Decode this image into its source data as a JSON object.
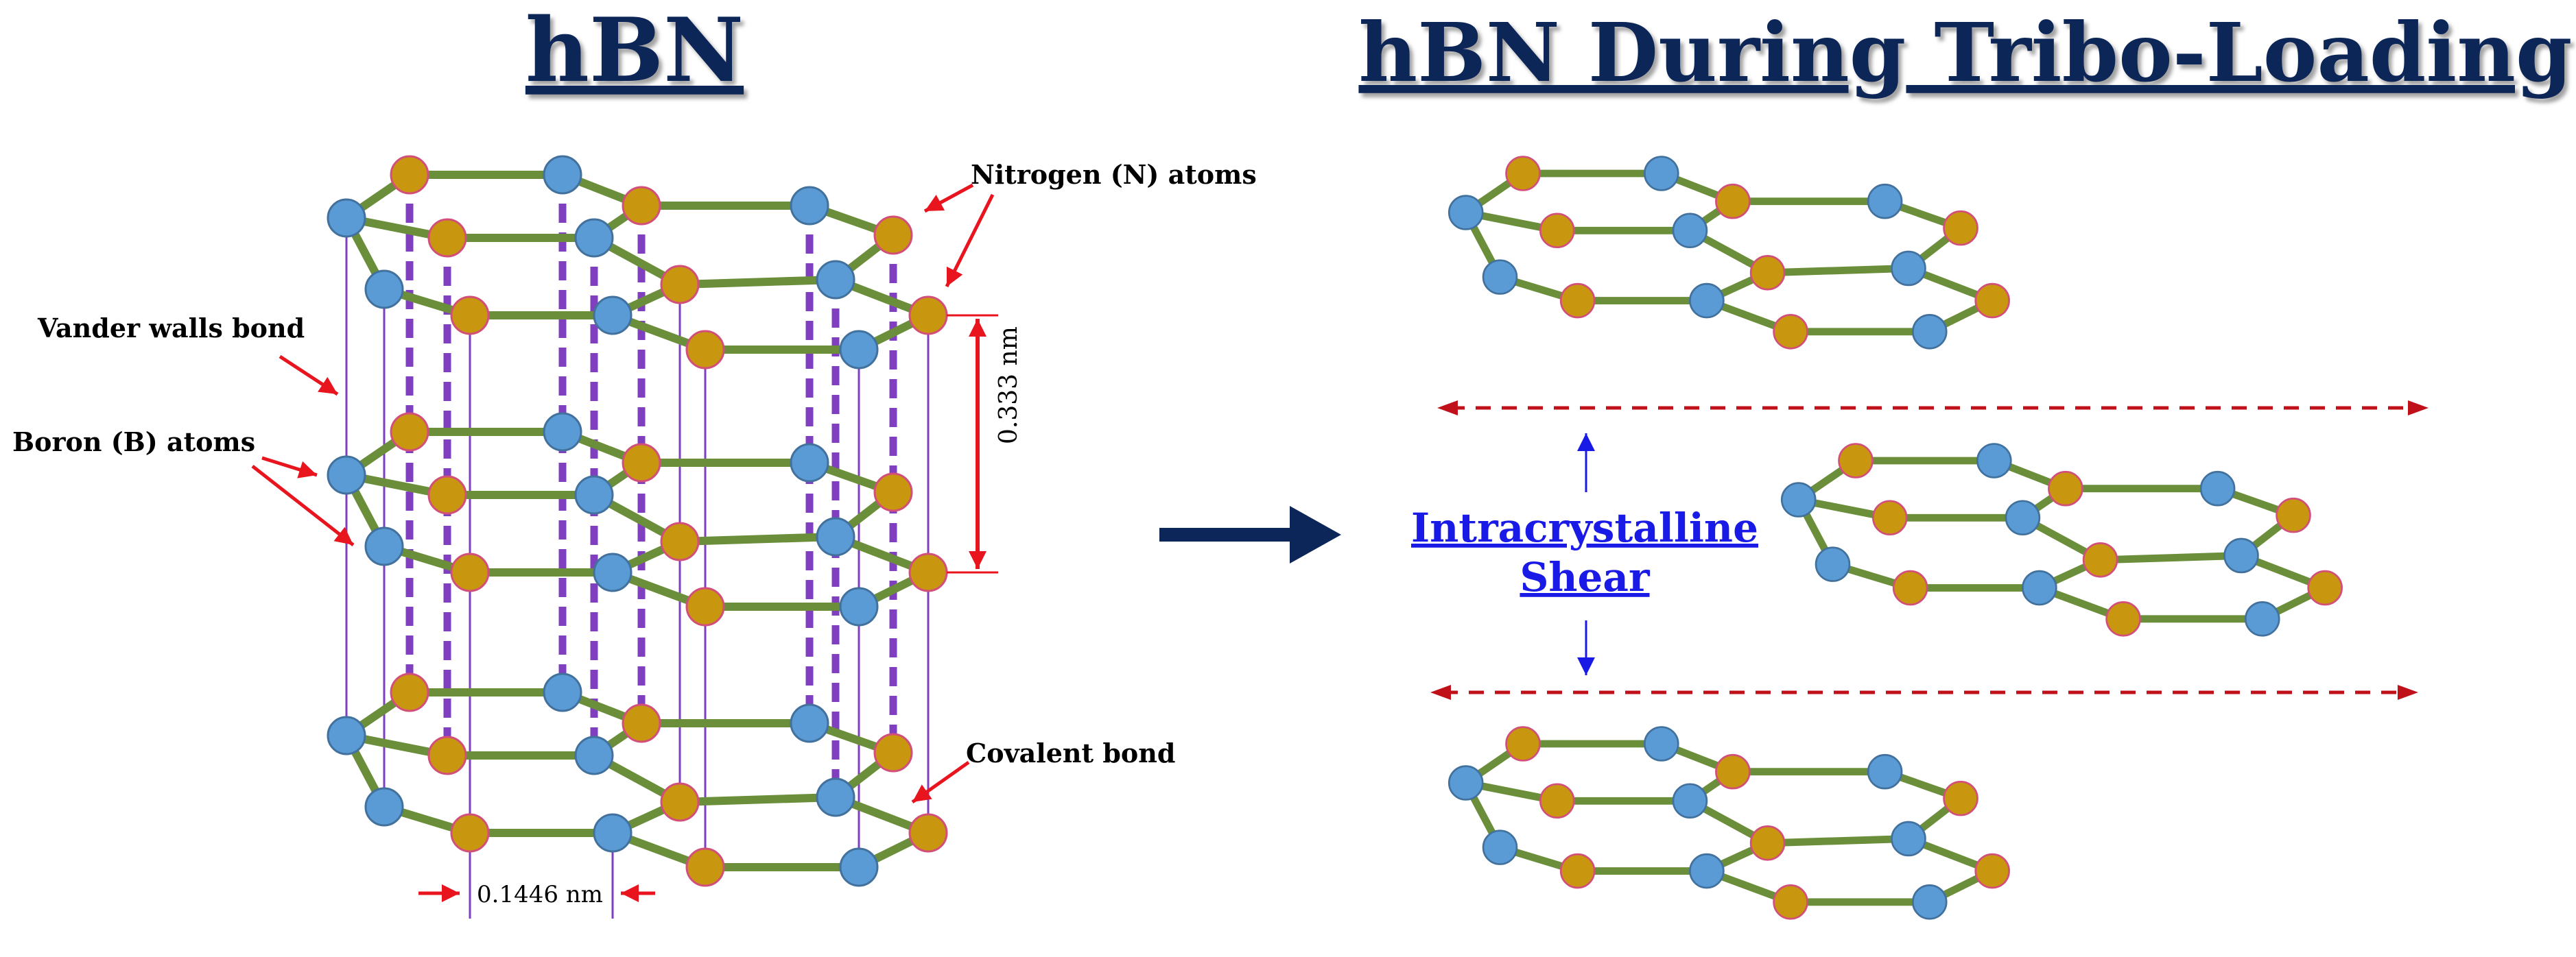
{
  "left_title": "hBN",
  "right_title": "hBN During Tribo-Loading",
  "labels": {
    "nitrogen": "Nitrogen (N) atoms",
    "vander_walls": "Vander walls bond",
    "boron": "Boron (B) atoms",
    "covalent": "Covalent bond",
    "interlayer_distance": "0.333 nm",
    "bond_length": "0.1446 nm"
  },
  "shear": {
    "line1": "Intracrystalline",
    "line2": "Shear"
  },
  "colors": {
    "boron": "#5b9bd5",
    "boron_stroke": "#41719c",
    "nitrogen": "#c9960f",
    "nitrogen_stroke": "#d24f7a",
    "bond": "#6b8e3a",
    "vdw": "#7f3fbf",
    "title": "#0d2659",
    "arrow_red": "#e8141e",
    "shear_line": "#c0111a",
    "shear_text": "#1a1ae6",
    "main_arrow": "#0d2659"
  }
}
